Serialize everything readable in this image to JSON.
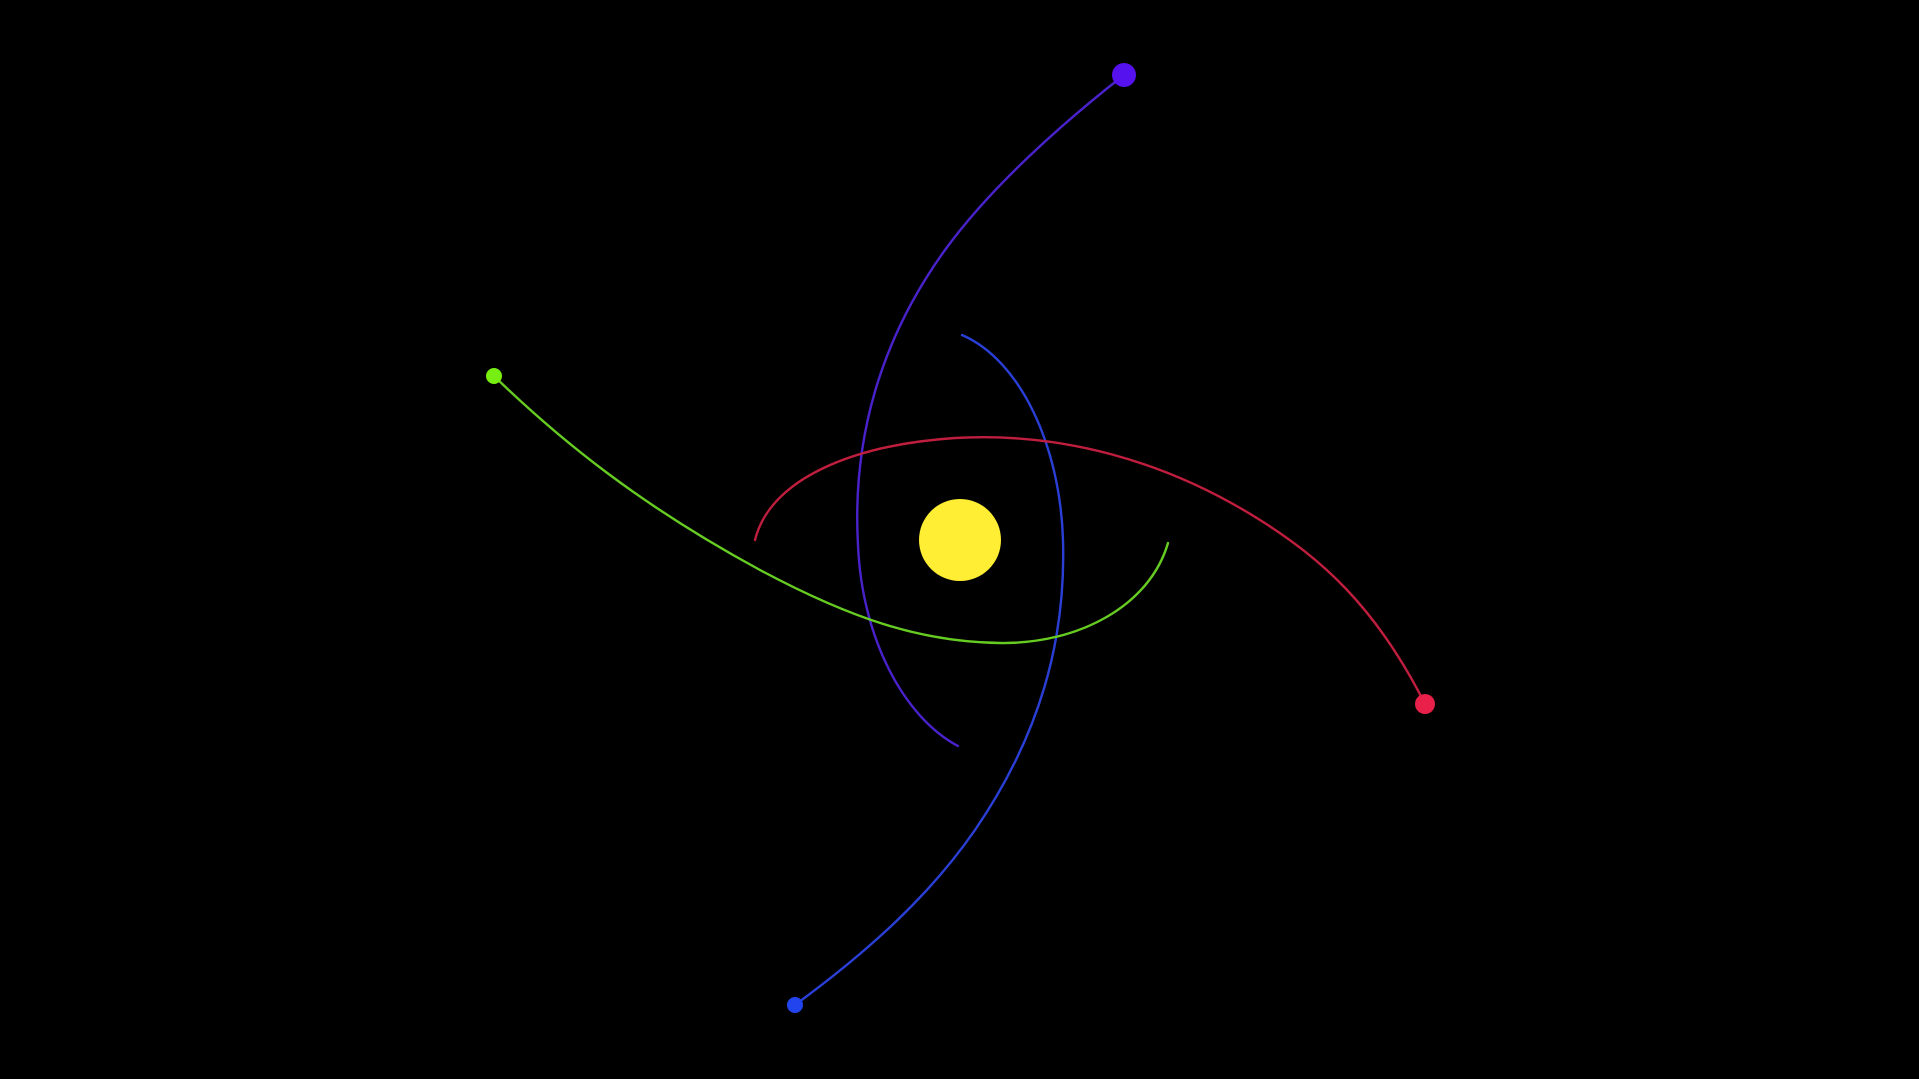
{
  "scene": {
    "background_color": "#000000",
    "sun": {
      "name": "sun",
      "color": "#ffee33"
    },
    "bodies": [
      {
        "name": "violet-body",
        "color": "#5511ee",
        "trail_color": "#4a22cc"
      },
      {
        "name": "red-body",
        "color": "#e8204a",
        "trail_color": "#c01e3e"
      },
      {
        "name": "blue-body",
        "color": "#2244ee",
        "trail_color": "#2a3fd6"
      },
      {
        "name": "green-body",
        "color": "#77ee11",
        "trail_color": "#66cc22"
      }
    ]
  }
}
